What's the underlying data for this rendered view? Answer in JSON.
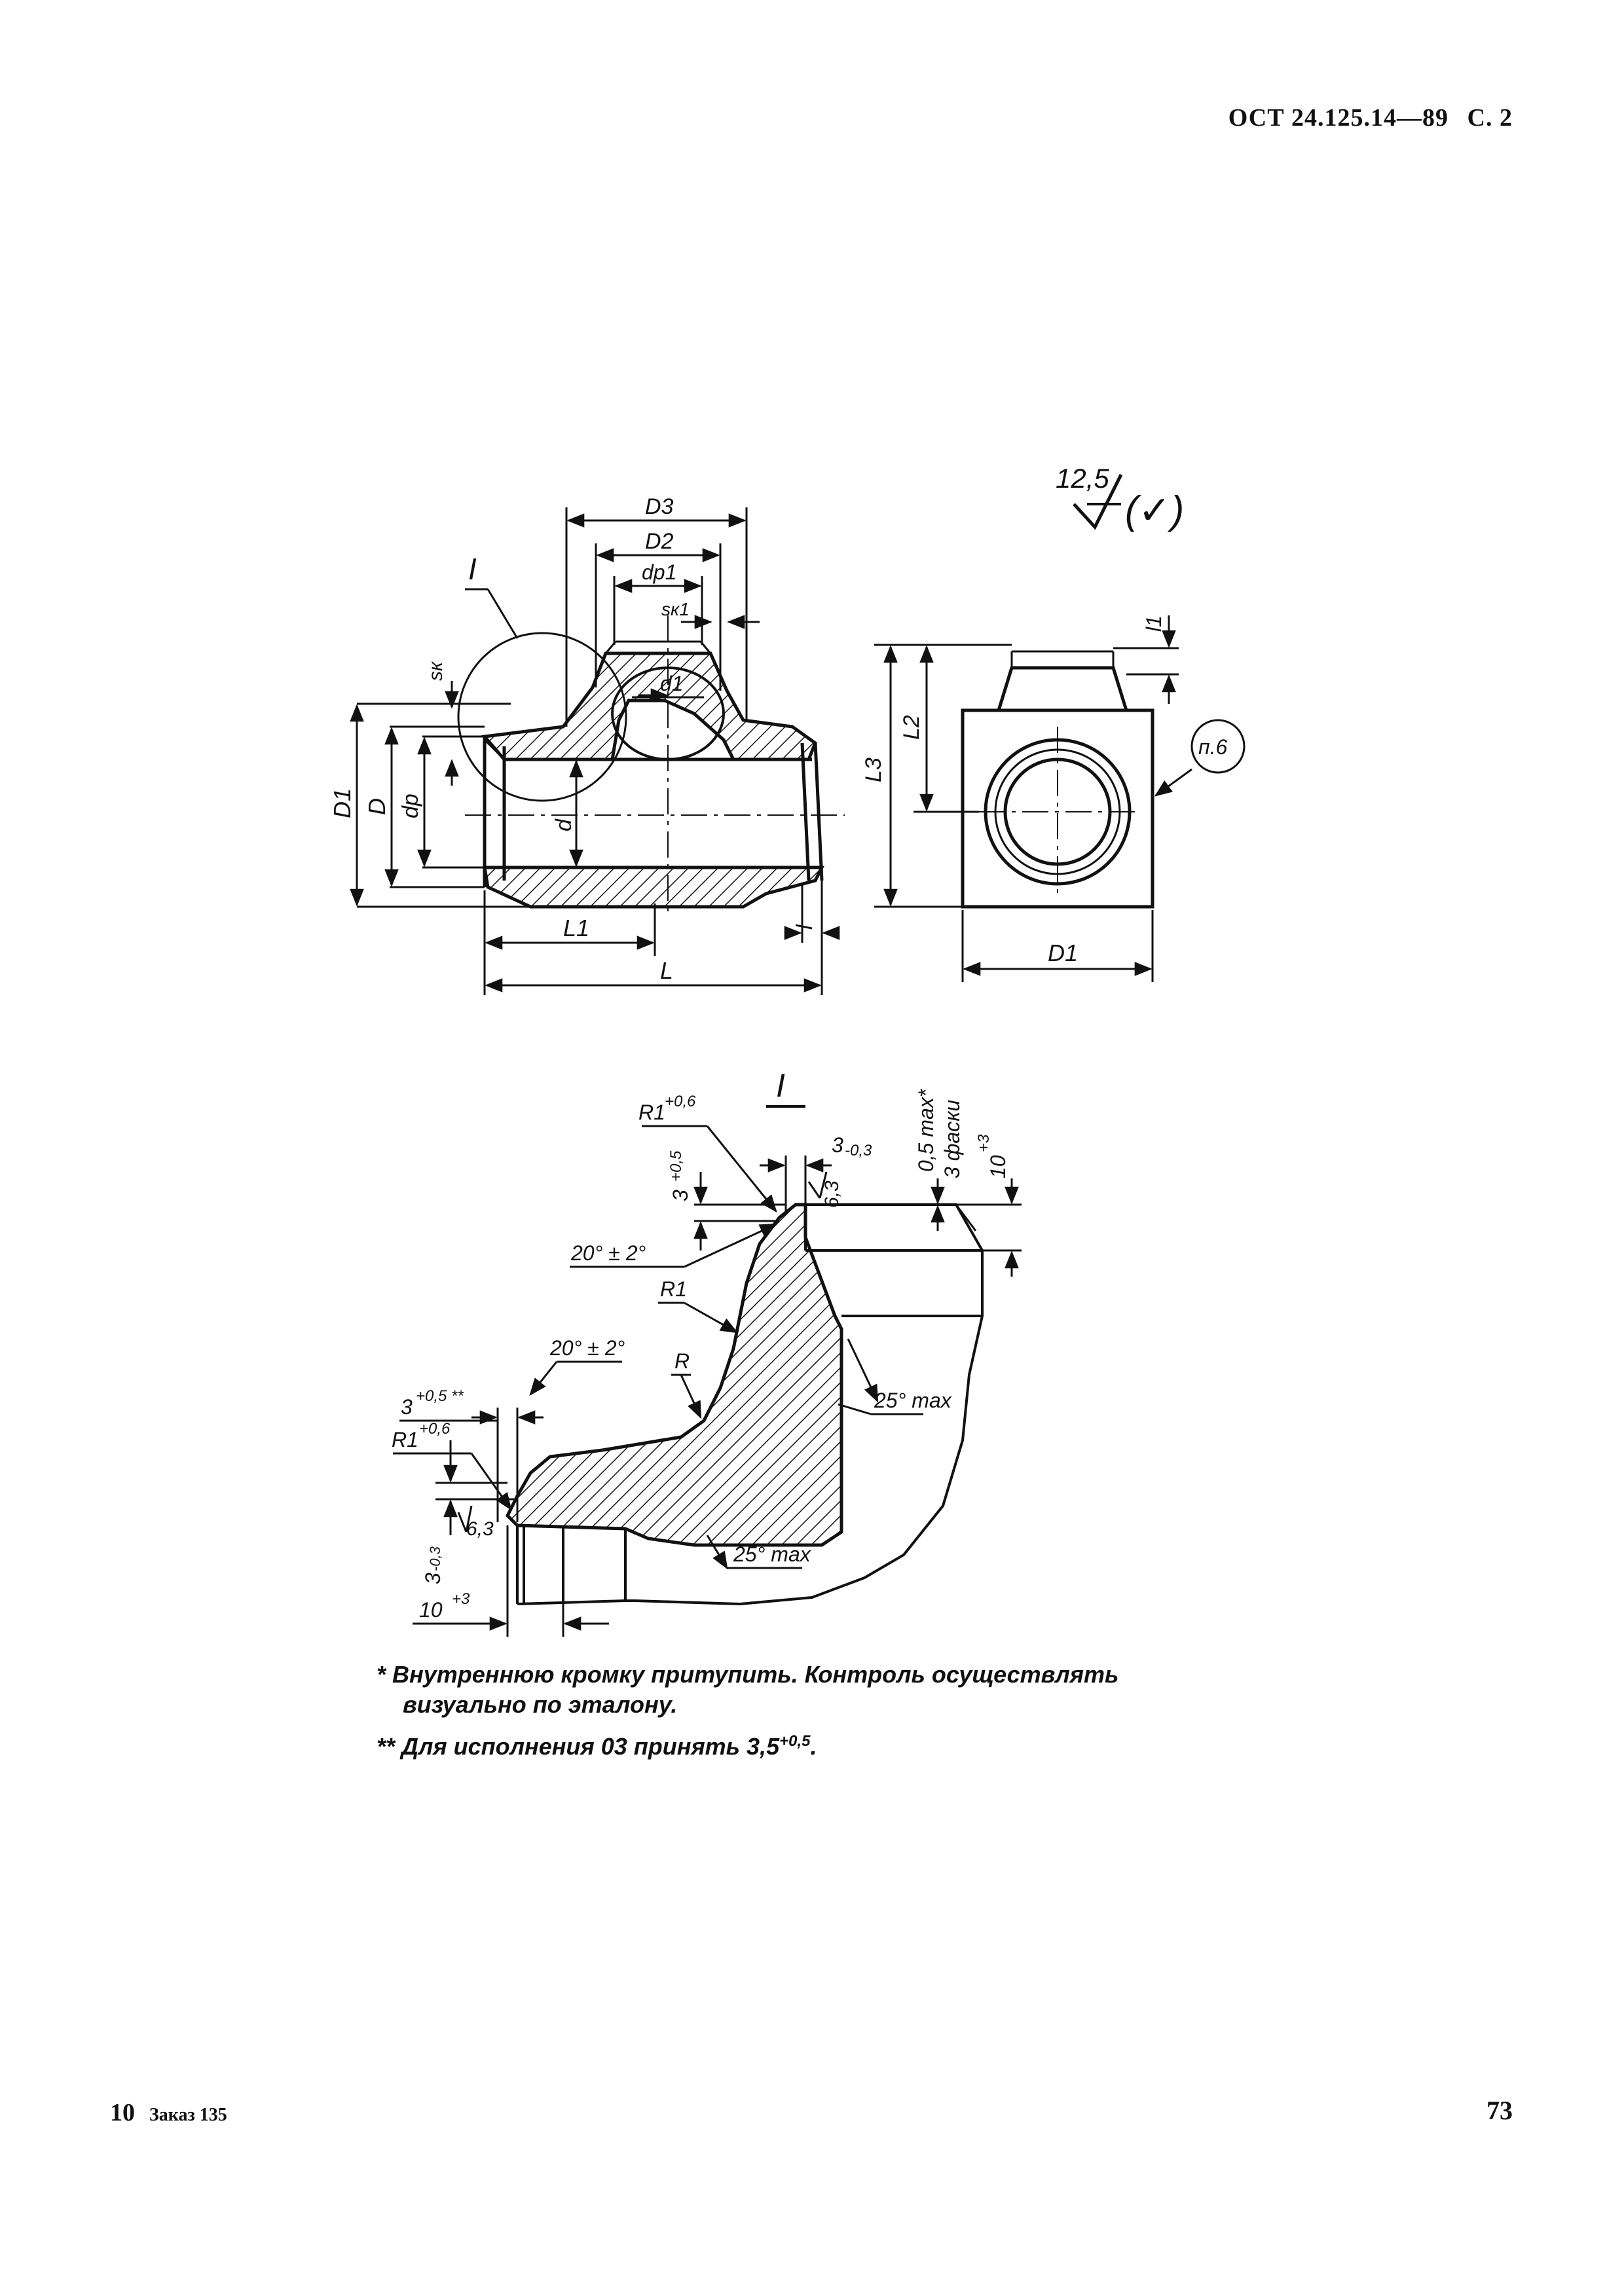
{
  "header": {
    "doc_number": "ОСТ 24.125.14—89",
    "page_ref": "С. 2"
  },
  "roughness": {
    "main_value": "12,5",
    "general_mark": "(✓)"
  },
  "tee_front": {
    "label_detail": "I",
    "dims": {
      "D3": "D3",
      "D2": "D2",
      "dp1": "dp1",
      "sk1": "sк1",
      "sk": "sк",
      "d1": "d1",
      "D1": "D1",
      "D": "D",
      "dp": "dp",
      "d": "d",
      "L1": "L1",
      "L": "L",
      "l": "l"
    }
  },
  "tee_side": {
    "dims": {
      "l1": "l1",
      "L2": "L2",
      "L3": "L3",
      "D1": "D1"
    },
    "note_ref": "п.6"
  },
  "detail": {
    "title": "I",
    "labels": {
      "r1_top": "R1",
      "r1_top_tol": "+0,6",
      "chamfer_top": "3",
      "chamfer_top_tol": "+0,5",
      "w3": "3",
      "w3_tol": "-0,3",
      "rough_top": "6,3",
      "max05": "0,5 max*",
      "facet": "3 фаски",
      "ten_top": "10",
      "ten_top_tol": "+3",
      "angle_top": "20° ± 2°",
      "R1": "R1",
      "R": "R",
      "angle_left": "20° ± 2°",
      "chamfer_left": "3",
      "chamfer_left_tol": "+0,5 **",
      "r1_left": "R1",
      "r1_left_tol": "+0,6",
      "w3_left": "3",
      "w3_left_tol": "-0,3",
      "rough_left": "6,3",
      "ten_bottom": "10",
      "ten_bottom_tol": "+3",
      "max25_right": "25° max",
      "max25_bottom": "25° max"
    }
  },
  "notes": {
    "line1": "* Внутреннюю кромку притупить. Контроль осуществлять",
    "line2": "визуально по эталону.",
    "line3": "** Для исполнения 03 принять 3,5",
    "line3_tol": "+0,5",
    "line3_end": "."
  },
  "footer": {
    "sheet": "10",
    "order": "Заказ 135",
    "page": "73"
  }
}
